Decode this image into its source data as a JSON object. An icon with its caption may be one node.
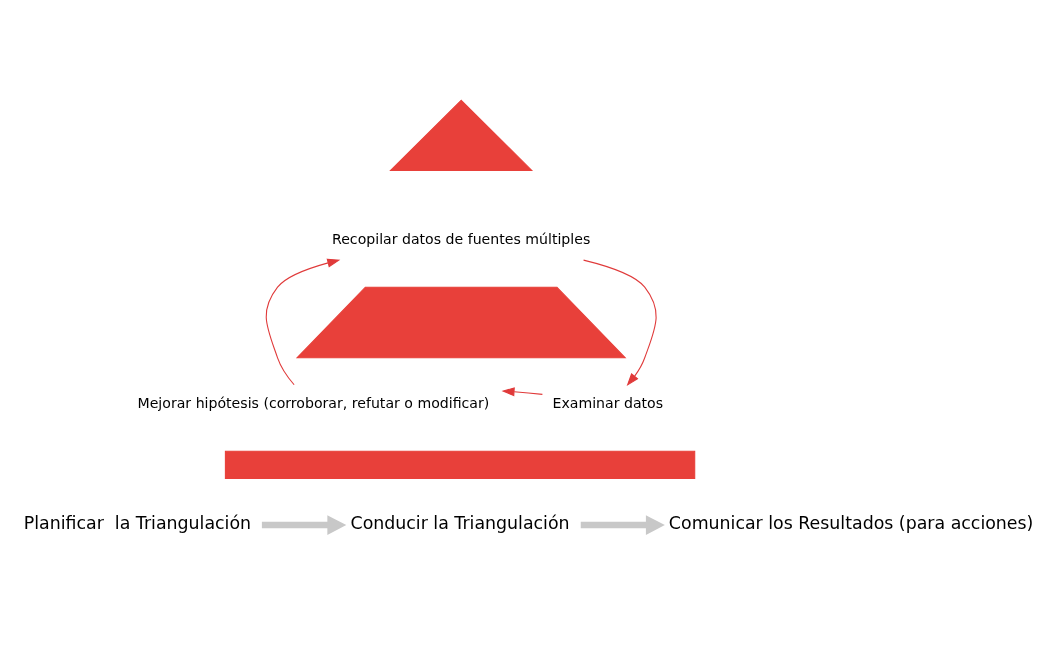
{
  "diagram": {
    "nodes": [
      {
        "text": [],
        "shape": "triangle"
      },
      {
        "text": [],
        "shape": "trapezoid"
      },
      {
        "text": [],
        "shape": "bar"
      },
      {
        "text": [
          "Recopilar datos de fuentes múltiples"
        ]
      },
      {
        "text": [
          "Mejorar hipótesis (corroborar, refutar o modificar)"
        ]
      },
      {
        "text": [
          "Examinar datos"
        ]
      },
      {
        "text": [
          "Planificar  la Triangulación"
        ]
      },
      {
        "text": [
          "Conducir la Triangulación"
        ]
      },
      {
        "text": [
          "Comunicar los Resultados (para acciones)"
        ]
      }
    ],
    "edges": [
      {
        "from": 3,
        "to": 5,
        "arrow": "to",
        "color": "#e03a3a"
      },
      {
        "from": 5,
        "to": 4,
        "arrow": "to",
        "color": "#e03a3a"
      },
      {
        "from": 4,
        "to": 3,
        "arrow": "to",
        "color": "#e03a3a"
      },
      {
        "from": 6,
        "to": 7,
        "arrow": "to",
        "style": "thick",
        "color": "#c8c8c8"
      },
      {
        "from": 7,
        "to": 8,
        "arrow": "to",
        "style": "thick",
        "color": "#c8c8c8"
      }
    ]
  }
}
